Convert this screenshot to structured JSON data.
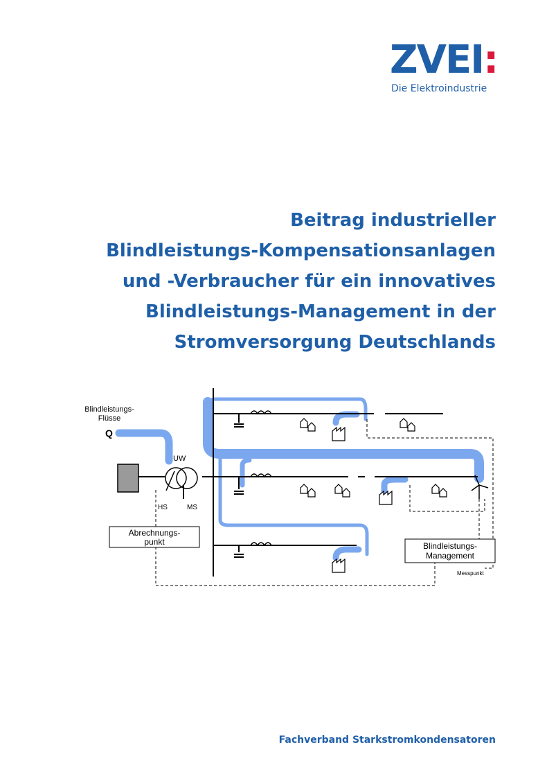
{
  "logo": {
    "wordmark": "ZVEI",
    "colon": ":",
    "tagline": "Die Elektroindustrie"
  },
  "title_lines": [
    "Beitrag industrieller",
    "Blindleistungs-Kompensationsanlagen",
    "und -Verbraucher für ein innovatives",
    "Blindleistungs-Management in der",
    "Stromversorgung Deutschlands"
  ],
  "diagram": {
    "flow_label_1": "Blindleistungs-",
    "flow_label_2": "Flüsse",
    "q_label": "Q",
    "uw_label": "UW",
    "hs_label": "HS",
    "ms_label": "MS",
    "billing_1": "Abrechnungs-",
    "billing_2": "punkt",
    "mgmt_1": "Blindleistungs-",
    "mgmt_2": "Management",
    "measure_label": "Messpunkt"
  },
  "colors": {
    "brand": "#1f5fa8",
    "accent": "#d9183b",
    "flow": "#7aa7ee"
  },
  "footer": "Fachverband Starkstromkondensatoren"
}
